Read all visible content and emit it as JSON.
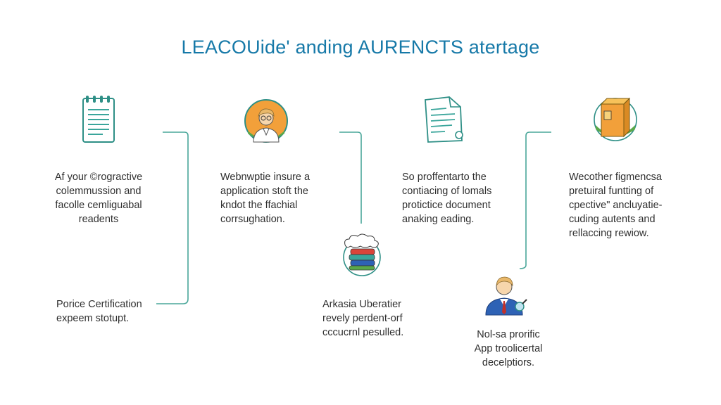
{
  "title": "LEACOUide' anding AURENCTS atertage",
  "colors": {
    "title": "#1679a8",
    "connector": "#4aa79a",
    "icon_teal": "#2e8f86",
    "orange": "#f2a03a",
    "green": "#5aa84a"
  },
  "steps": [
    {
      "icon": "notepad-icon",
      "lines": [
        "Af your ©rogractive",
        "colemmussion and",
        "facolle cemliguabal",
        "readents"
      ]
    },
    {
      "icon": "scientist-avatar-icon",
      "lines": [
        "Webnwptie insure a",
        "application stoft the",
        "kndot the ffachial",
        "corrsughation."
      ]
    },
    {
      "icon": "document-icon",
      "lines": [
        "So proffentarto the",
        "contiacing of lomals",
        "protictice document",
        "anaking eading."
      ]
    },
    {
      "icon": "binder-icon",
      "lines": [
        "Wecother figmencsa",
        "pretuiral funtting of",
        "cpective\" ancluyatie-",
        "cuding autents and",
        "rellaccing rewiow."
      ]
    }
  ],
  "lower": [
    {
      "icon": "",
      "lines": [
        "Porice Certification",
        "expeem stotupt."
      ]
    },
    {
      "icon": "book-stack-icon",
      "lines": [
        "Arkasia Uberatier",
        "revely perdent-orf",
        "cccucrnl pesulled."
      ]
    },
    {
      "icon": "businessman-avatar-icon",
      "lines": [
        "Nol-sa prorific",
        "App troolicertal",
        "decelptiors."
      ]
    }
  ]
}
